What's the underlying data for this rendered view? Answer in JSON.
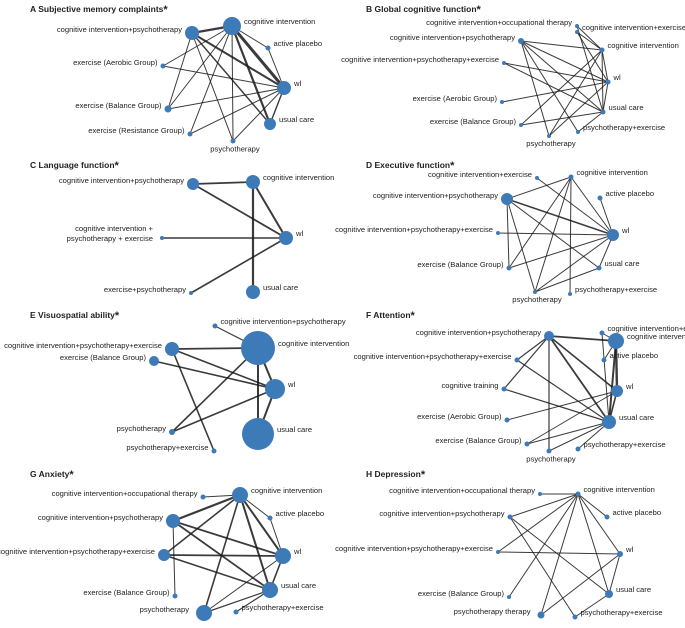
{
  "colors": {
    "node": "#3d7ab8",
    "edge": "#1a1a1a",
    "text": "#222222"
  },
  "asterisk": "*",
  "panels": [
    {
      "letter": "A",
      "title": "Subjective memory complaints",
      "nodes": [
        {
          "id": "ci",
          "label": "cognitive intervention",
          "r": 9
        },
        {
          "id": "cip",
          "label": "cognitive intervention+psychotherapy",
          "r": 7
        },
        {
          "id": "ap",
          "label": "active placebo",
          "r": 2.5
        },
        {
          "id": "eag",
          "label": "exercise (Aerobic Group)",
          "r": 2.5
        },
        {
          "id": "wl",
          "label": "wl",
          "r": 7
        },
        {
          "id": "ebg",
          "label": "exercise (Balance Group)",
          "r": 3.5
        },
        {
          "id": "uc",
          "label": "usual care",
          "r": 6
        },
        {
          "id": "erg",
          "label": "exercise (Resistance Group)",
          "r": 2.5
        },
        {
          "id": "psy",
          "label": "psychotherapy",
          "r": 2.5
        }
      ],
      "edges": [
        [
          "ci",
          "cip",
          2.2
        ],
        [
          "ci",
          "wl",
          3
        ],
        [
          "ci",
          "uc",
          2.2
        ],
        [
          "ci",
          "ap",
          1
        ],
        [
          "ci",
          "ebg",
          1
        ],
        [
          "ci",
          "eag",
          1
        ],
        [
          "ci",
          "erg",
          1
        ],
        [
          "ci",
          "psy",
          1
        ],
        [
          "cip",
          "wl",
          2
        ],
        [
          "cip",
          "uc",
          1.4
        ],
        [
          "cip",
          "psy",
          1
        ],
        [
          "cip",
          "ebg",
          1
        ],
        [
          "wl",
          "ap",
          1
        ],
        [
          "wl",
          "eag",
          1
        ],
        [
          "wl",
          "ebg",
          1
        ],
        [
          "wl",
          "erg",
          1
        ],
        [
          "wl",
          "psy",
          1
        ],
        [
          "wl",
          "uc",
          1.4
        ]
      ]
    },
    {
      "letter": "B",
      "title": "Global cognitive function",
      "nodes": [
        {
          "id": "cio",
          "label": "cognitive intervention+occupational therapy",
          "r": 2
        },
        {
          "id": "cie",
          "label": "cognitive intervention+exercise",
          "r": 2
        },
        {
          "id": "cip",
          "label": "cognitive intervention+psychotherapy",
          "r": 3
        },
        {
          "id": "ci",
          "label": "cognitive intervention",
          "r": 2.5
        },
        {
          "id": "cipe",
          "label": "cognitive intervention+psychotherapy+exercise",
          "r": 2
        },
        {
          "id": "wl",
          "label": "wl",
          "r": 2.5
        },
        {
          "id": "eag",
          "label": "exercise (Aerobic Group)",
          "r": 2
        },
        {
          "id": "uc",
          "label": "usual care",
          "r": 2.5
        },
        {
          "id": "ebg",
          "label": "exercise (Balance Group)",
          "r": 2
        },
        {
          "id": "pe",
          "label": "psychotherapy+exercise",
          "r": 2
        },
        {
          "id": "psy",
          "label": "psychotherapy",
          "r": 2
        }
      ],
      "edges": [
        [
          "ci",
          "wl",
          1
        ],
        [
          "ci",
          "uc",
          1
        ],
        [
          "ci",
          "cip",
          1
        ],
        [
          "ci",
          "cio",
          1
        ],
        [
          "ci",
          "cie",
          1
        ],
        [
          "ci",
          "ebg",
          1
        ],
        [
          "ci",
          "psy",
          1
        ],
        [
          "wl",
          "uc",
          1
        ],
        [
          "wl",
          "cip",
          1
        ],
        [
          "wl",
          "cipe",
          1
        ],
        [
          "wl",
          "eag",
          1
        ],
        [
          "wl",
          "psy",
          1
        ],
        [
          "uc",
          "cip",
          1
        ],
        [
          "uc",
          "cipe",
          1
        ],
        [
          "uc",
          "ebg",
          1
        ],
        [
          "uc",
          "pe",
          1
        ],
        [
          "cip",
          "psy",
          1
        ],
        [
          "cip",
          "pe",
          1
        ],
        [
          "cie",
          "wl",
          1
        ],
        [
          "cio",
          "uc",
          1
        ]
      ]
    },
    {
      "letter": "C",
      "title": "Language function",
      "nodes": [
        {
          "id": "cip",
          "label": "cognitive intervention+psychotherapy",
          "r": 6
        },
        {
          "id": "ci",
          "label": "cognitive intervention",
          "r": 7
        },
        {
          "id": "cipe",
          "label": "cognitive intervention +\npsychotherapy + exercise",
          "r": 2
        },
        {
          "id": "wl",
          "label": "wl",
          "r": 7
        },
        {
          "id": "pe",
          "label": "exercise+psychotherapy",
          "r": 2
        },
        {
          "id": "uc",
          "label": "usual care",
          "r": 7
        }
      ],
      "edges": [
        [
          "ci",
          "cip",
          1.8
        ],
        [
          "ci",
          "wl",
          2
        ],
        [
          "ci",
          "uc",
          2.2
        ],
        [
          "cip",
          "wl",
          1.8
        ],
        [
          "cipe",
          "wl",
          1.6
        ],
        [
          "pe",
          "wl",
          1.6
        ]
      ]
    },
    {
      "letter": "D",
      "title": "Executive function",
      "nodes": [
        {
          "id": "cie",
          "label": "cognitive intervention+exercise",
          "r": 2
        },
        {
          "id": "ci",
          "label": "cognitive intervention",
          "r": 2.5
        },
        {
          "id": "cip",
          "label": "cognitive intervention+psychotherapy",
          "r": 6
        },
        {
          "id": "ap",
          "label": "active placebo",
          "r": 2.5
        },
        {
          "id": "cipe",
          "label": "cognitive intervention+psychotherapy+exercise",
          "r": 2
        },
        {
          "id": "wl",
          "label": "wl",
          "r": 6
        },
        {
          "id": "ebg",
          "label": "exercise (Balance Group)",
          "r": 2.5
        },
        {
          "id": "uc",
          "label": "usual care",
          "r": 2.5
        },
        {
          "id": "psy",
          "label": "psychotherapy",
          "r": 2
        },
        {
          "id": "pe",
          "label": "psychotherapy+exercise",
          "r": 2
        }
      ],
      "edges": [
        [
          "cip",
          "wl",
          1.5
        ],
        [
          "cip",
          "ci",
          1
        ],
        [
          "cip",
          "ebg",
          1
        ],
        [
          "cip",
          "uc",
          1
        ],
        [
          "cip",
          "psy",
          1
        ],
        [
          "ci",
          "wl",
          1
        ],
        [
          "ci",
          "pe",
          1
        ],
        [
          "ci",
          "psy",
          1
        ],
        [
          "ci",
          "ebg",
          1
        ],
        [
          "wl",
          "cipe",
          1
        ],
        [
          "wl",
          "ap",
          1
        ],
        [
          "wl",
          "ebg",
          1
        ],
        [
          "wl",
          "uc",
          1
        ],
        [
          "wl",
          "psy",
          1
        ],
        [
          "cie",
          "wl",
          1
        ],
        [
          "uc",
          "psy",
          1
        ]
      ]
    },
    {
      "letter": "E",
      "title": "Visuospatial ability",
      "nodes": [
        {
          "id": "cip",
          "label": "cognitive intervention+psychotherapy",
          "r": 2.5
        },
        {
          "id": "cipe",
          "label": "cognitive intervention+psychotherapy+exercise",
          "r": 7
        },
        {
          "id": "ci",
          "label": "cognitive intervention",
          "r": 17
        },
        {
          "id": "ebg",
          "label": "exercise (Balance Group)",
          "r": 5
        },
        {
          "id": "wl",
          "label": "wl",
          "r": 10
        },
        {
          "id": "psy",
          "label": "psychotherapy",
          "r": 3
        },
        {
          "id": "uc",
          "label": "usual care",
          "r": 16
        },
        {
          "id": "pe",
          "label": "psychotherapy+exercise",
          "r": 2.5
        }
      ],
      "edges": [
        [
          "ci",
          "cipe",
          1.8
        ],
        [
          "ci",
          "wl",
          2
        ],
        [
          "ci",
          "uc",
          2
        ],
        [
          "ci",
          "psy",
          1.6
        ],
        [
          "ci",
          "cip",
          1.2
        ],
        [
          "cipe",
          "wl",
          1.6
        ],
        [
          "cipe",
          "pe",
          1.6
        ],
        [
          "ebg",
          "wl",
          1.6
        ],
        [
          "wl",
          "uc",
          2
        ],
        [
          "wl",
          "psy",
          1.6
        ]
      ]
    },
    {
      "letter": "F",
      "title": "Attention",
      "nodes": [
        {
          "id": "cip",
          "label": "cognitive intervention+psychotherapy",
          "r": 5
        },
        {
          "id": "cie",
          "label": "cognitive intervention+exercise",
          "r": 2.5
        },
        {
          "id": "ci",
          "label": "cognitive intervention",
          "r": 8
        },
        {
          "id": "cipe",
          "label": "cognitive intervention+psychotherapy+exercise",
          "r": 2.5
        },
        {
          "id": "ap",
          "label": "active placebo",
          "r": 2.5
        },
        {
          "id": "ct",
          "label": "cognitive training",
          "r": 2.5
        },
        {
          "id": "wl",
          "label": "wl",
          "r": 6
        },
        {
          "id": "eag",
          "label": "exercise (Aerobic Group)",
          "r": 2.5
        },
        {
          "id": "uc",
          "label": "usual care",
          "r": 7
        },
        {
          "id": "ebg",
          "label": "exercise (Balance Group)",
          "r": 2.5
        },
        {
          "id": "psy",
          "label": "psychotherapy",
          "r": 2.5
        },
        {
          "id": "pe",
          "label": "psychotherapy+exercise",
          "r": 2.5
        }
      ],
      "edges": [
        [
          "cip",
          "ci",
          1.8
        ],
        [
          "cip",
          "wl",
          1.6
        ],
        [
          "cip",
          "uc",
          1.8
        ],
        [
          "cip",
          "cipe",
          1.2
        ],
        [
          "cip",
          "ct",
          1.2
        ],
        [
          "cip",
          "psy",
          1.2
        ],
        [
          "ci",
          "wl",
          2.4
        ],
        [
          "ci",
          "uc",
          2
        ],
        [
          "ci",
          "cie",
          1
        ],
        [
          "ci",
          "ap",
          1
        ],
        [
          "wl",
          "uc",
          1.6
        ],
        [
          "wl",
          "ebg",
          1
        ],
        [
          "wl",
          "eag",
          1
        ],
        [
          "uc",
          "cipe",
          1.2
        ],
        [
          "uc",
          "ct",
          1.2
        ],
        [
          "uc",
          "pe",
          1
        ],
        [
          "uc",
          "psy",
          1
        ],
        [
          "uc",
          "ebg",
          1
        ],
        [
          "cie",
          "uc",
          1
        ]
      ]
    },
    {
      "letter": "G",
      "title": "Anxiety",
      "nodes": [
        {
          "id": "cio",
          "label": "cognitive intervention+occupational therapy",
          "r": 2.5
        },
        {
          "id": "ci",
          "label": "cognitive intervention",
          "r": 8
        },
        {
          "id": "cip",
          "label": "cognitive intervention+psychotherapy",
          "r": 7
        },
        {
          "id": "ap",
          "label": "active placebo",
          "r": 2.5
        },
        {
          "id": "cipe",
          "label": "cognitive intervention+psychotherapy+exercise",
          "r": 6
        },
        {
          "id": "wl",
          "label": "wl",
          "r": 8
        },
        {
          "id": "ebg",
          "label": "exercise (Balance Group)",
          "r": 2.5
        },
        {
          "id": "uc",
          "label": "usual care",
          "r": 8
        },
        {
          "id": "psy",
          "label": "psychotherapy",
          "r": 8
        },
        {
          "id": "pe",
          "label": "psychotherapy+exercise",
          "r": 2.5
        }
      ],
      "edges": [
        [
          "ci",
          "cip",
          2.2
        ],
        [
          "ci",
          "wl",
          2
        ],
        [
          "ci",
          "uc",
          2
        ],
        [
          "ci",
          "psy",
          1.6
        ],
        [
          "ci",
          "cio",
          1
        ],
        [
          "ci",
          "ap",
          1
        ],
        [
          "ci",
          "cipe",
          1.6
        ],
        [
          "cip",
          "wl",
          1.8
        ],
        [
          "cip",
          "uc",
          1.8
        ],
        [
          "cip",
          "ebg",
          1
        ],
        [
          "cipe",
          "wl",
          1.8
        ],
        [
          "cipe",
          "uc",
          1.6
        ],
        [
          "wl",
          "uc",
          1.6
        ],
        [
          "wl",
          "ap",
          1
        ],
        [
          "wl",
          "psy",
          1
        ],
        [
          "uc",
          "pe",
          1.2
        ],
        [
          "uc",
          "psy",
          1.2
        ]
      ]
    },
    {
      "letter": "H",
      "title": "Depression",
      "nodes": [
        {
          "id": "cio",
          "label": "cognitive intervention+occupational therapy",
          "r": 2
        },
        {
          "id": "ci",
          "label": "cognitive intervention",
          "r": 2.5
        },
        {
          "id": "cip",
          "label": "cognitive intervention+psychotherapy",
          "r": 2.5
        },
        {
          "id": "ap",
          "label": "active placebo",
          "r": 2.5
        },
        {
          "id": "cipe",
          "label": "cognitive intervention+psychotherapy+exercise",
          "r": 2
        },
        {
          "id": "wl",
          "label": "wl",
          "r": 3
        },
        {
          "id": "ebg",
          "label": "exercise (Balance Group)",
          "r": 2
        },
        {
          "id": "uc",
          "label": "usual care",
          "r": 4
        },
        {
          "id": "psy",
          "label": "psychotherapy therapy",
          "r": 3.5
        },
        {
          "id": "pe",
          "label": "psychotherapy+exercise",
          "r": 2.5
        }
      ],
      "edges": [
        [
          "ci",
          "cio",
          1
        ],
        [
          "ci",
          "cip",
          1
        ],
        [
          "ci",
          "wl",
          1
        ],
        [
          "ci",
          "uc",
          1
        ],
        [
          "ci",
          "ap",
          1
        ],
        [
          "ci",
          "cipe",
          1
        ],
        [
          "ci",
          "ebg",
          1
        ],
        [
          "ci",
          "psy",
          1
        ],
        [
          "wl",
          "uc",
          1
        ],
        [
          "wl",
          "cipe",
          1
        ],
        [
          "wl",
          "psy",
          1
        ],
        [
          "uc",
          "cip",
          1
        ],
        [
          "uc",
          "pe",
          1
        ],
        [
          "cip",
          "pe",
          1
        ]
      ]
    }
  ]
}
